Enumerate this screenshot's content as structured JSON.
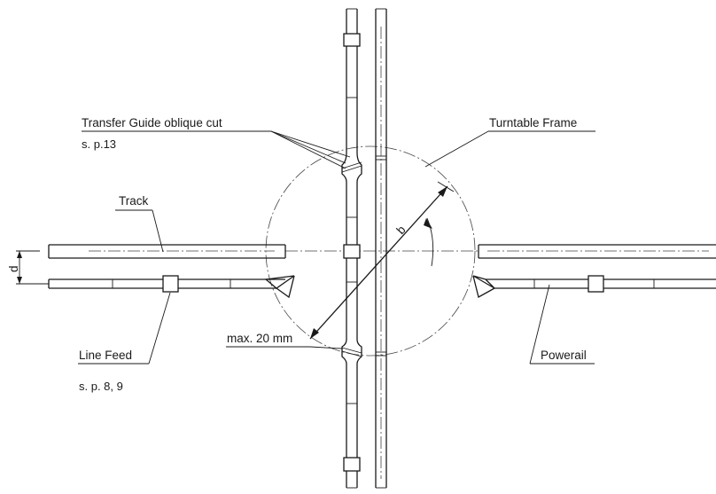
{
  "labels": {
    "transfer_guide": "Transfer Guide oblique cut",
    "transfer_guide_ref": "s. p.13",
    "turntable_frame": "Turntable Frame",
    "track": "Track",
    "line_feed": "Line Feed",
    "line_feed_ref": "s. p. 8, 9",
    "max_distance": "max. 20 mm",
    "powerail": "Powerail",
    "dim_b": "b",
    "dim_d": "d"
  }
}
